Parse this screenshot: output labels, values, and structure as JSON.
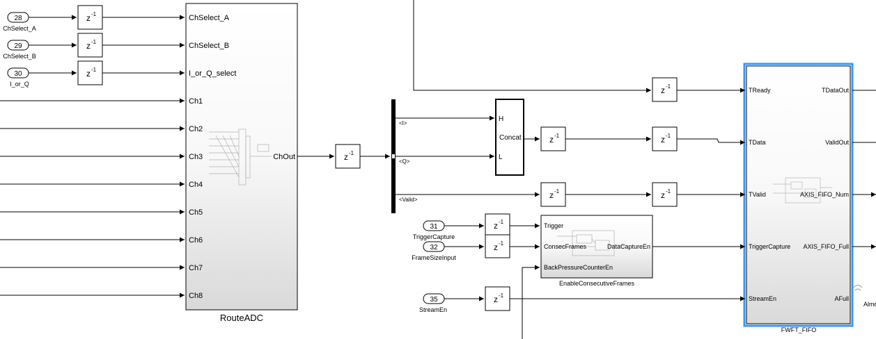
{
  "inports": [
    {
      "num": "28",
      "name": "ChSelect_A"
    },
    {
      "num": "29",
      "name": "ChSelect_B"
    },
    {
      "num": "30",
      "name": "I_or_Q"
    },
    {
      "num": "31",
      "name": "TriggerCapture"
    },
    {
      "num": "32",
      "name": "FrameSizeInput"
    },
    {
      "num": "35",
      "name": "StreamEn"
    }
  ],
  "delay_label": {
    "base": "z",
    "exp": "-1"
  },
  "route_adc": {
    "title": "RouteADC",
    "inputs": [
      "ChSelect_A",
      "ChSelect_B",
      "I_or_Q_select",
      "Ch1",
      "Ch2",
      "Ch3",
      "Ch4",
      "Ch5",
      "Ch6",
      "Ch7",
      "Ch8"
    ],
    "output": "ChOut"
  },
  "bus_selector": {
    "outputs": [
      "<I>",
      "<Q>",
      "<Valid>"
    ]
  },
  "concat": {
    "label": "Concat",
    "inputs": [
      "H",
      "L"
    ]
  },
  "ecf": {
    "title": "EnableConsecutiveFrames",
    "inputs": [
      "Trigger",
      "ConsecFrames",
      "BackPressureCounterEn"
    ],
    "output": "DataCaptureEn"
  },
  "fifo": {
    "title": "FWFT_FIFO",
    "inputs": [
      "TReady",
      "TData",
      "TValid",
      "TriggerCapture",
      "StreamEn"
    ],
    "outputs": [
      "TDataOut",
      "ValidOut",
      "AXIS_FIFO_Num",
      "AXIS_FIFO_Full",
      "AFull"
    ]
  },
  "edge_text": {
    "almost": "Almo"
  },
  "colors": {
    "highlight": "#3399ff"
  }
}
